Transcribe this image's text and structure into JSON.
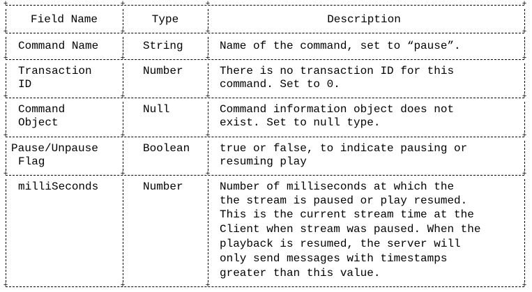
{
  "header": {
    "field_name": "Field Name",
    "type": "Type",
    "description": "Description"
  },
  "rows": [
    {
      "field_name": [
        "Command Name"
      ],
      "type": "String",
      "description": [
        "Name of the command, set to “pause”."
      ]
    },
    {
      "field_name": [
        "Transaction",
        "ID"
      ],
      "type": "Number",
      "description": [
        "There is no transaction ID for this",
        "command. Set to 0."
      ]
    },
    {
      "field_name": [
        "Command",
        "Object"
      ],
      "type": "Null",
      "description": [
        "Command information object does not",
        "exist. Set to null type."
      ]
    },
    {
      "field_name": [
        "Pause/Unpause",
        "Flag"
      ],
      "type": "Boolean",
      "description": [
        "true or false, to indicate pausing or",
        "resuming play"
      ]
    },
    {
      "field_name": [
        "milliSeconds"
      ],
      "type": "Number",
      "description": [
        "Number of milliseconds at which the",
        "the stream is paused or play resumed.",
        "This is the current stream time at the",
        "Client when stream was paused. When the",
        "playback is resumed, the server will",
        "only send messages with timestamps",
        "greater than this value."
      ]
    }
  ]
}
